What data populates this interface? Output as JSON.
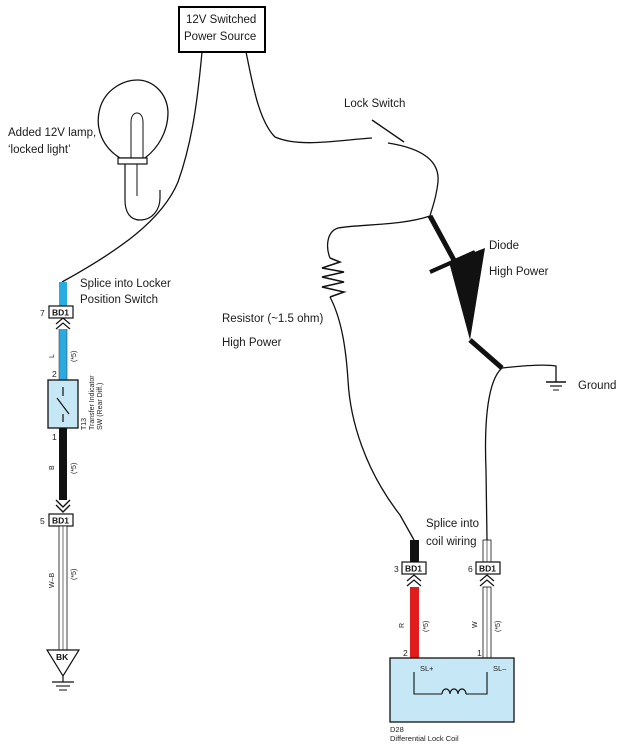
{
  "labels": {
    "power_line1": "12V Switched",
    "power_line2": "Power Source",
    "lamp_line1": "Added 12V lamp,",
    "lamp_line2": "‘locked light’",
    "lock_switch": "Lock Switch",
    "diode_line1": "Diode",
    "diode_line2": "High Power",
    "resistor_line1": "Resistor (~1.5 ohm)",
    "resistor_line2": "High Power",
    "ground": "Ground",
    "splice_locker_line1": "Splice into Locker",
    "splice_locker_line2": "Position Switch",
    "splice_coil_line1": "Splice into",
    "splice_coil_line2": "coil wiring"
  },
  "left_circuit": {
    "connector_top": "BD1",
    "connector_top_pin": "7",
    "wire_l_color": "L",
    "wire_l_note": "(*5)",
    "switch_pin_top": "2",
    "switch_pin_bottom": "1",
    "switch_id": "T13",
    "switch_name1": "Transfer Indicator",
    "switch_name2": "SW (Rear Diff.)",
    "wire_b_color": "B",
    "wire_b_note": "(*5)",
    "connector_mid": "BD1",
    "connector_mid_pin": "5",
    "wire_wb_color": "W–B",
    "wire_wb_note": "(*5)",
    "ground_tag": "BK"
  },
  "right_circuit": {
    "connector_left": "BD1",
    "connector_left_pin": "3",
    "connector_right": "BD1",
    "connector_right_pin": "6",
    "wire_r_color": "R",
    "wire_r_note": "(*5)",
    "wire_w_color": "W",
    "wire_w_note": "(*5)",
    "coil_pin_left": "2",
    "coil_pin_right": "1",
    "coil_term_plus": "SL+",
    "coil_term_minus": "SL–",
    "coil_id": "D28",
    "coil_name": "Differential Lock Coil"
  },
  "colors": {
    "wire_blue": "#29abe2",
    "wire_red": "#e01c1c",
    "wire_black": "#111111",
    "component_fill": "#c6e7f5"
  }
}
